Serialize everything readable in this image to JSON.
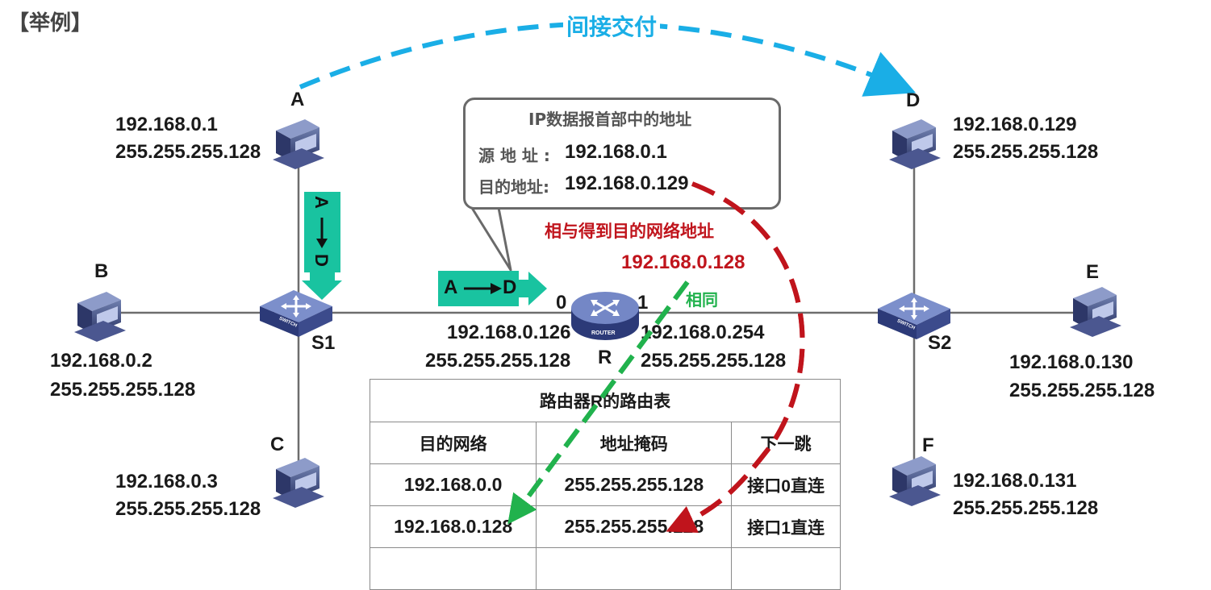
{
  "header": {
    "label": "【举例】"
  },
  "delivery_label": "间接交付",
  "colors": {
    "indirect_blue": "#1aaee6",
    "red": "#c0141c",
    "green": "#21b24d",
    "teal": "#19c3a0",
    "line_gray": "#6d6d6d"
  },
  "hosts": {
    "A": {
      "name": "A",
      "ip": "192.168.0.1",
      "mask": "255.255.255.128"
    },
    "B": {
      "name": "B",
      "ip": "192.168.0.2",
      "mask": "255.255.255.128"
    },
    "C": {
      "name": "C",
      "ip": "192.168.0.3",
      "mask": "255.255.255.128"
    },
    "D": {
      "name": "D",
      "ip": "192.168.0.129",
      "mask": "255.255.255.128"
    },
    "E": {
      "name": "E",
      "ip": "192.168.0.130",
      "mask": "255.255.255.128"
    },
    "F": {
      "name": "F",
      "ip": "192.168.0.131",
      "mask": "255.255.255.128"
    }
  },
  "switches": {
    "S1": {
      "name": "S1",
      "caption": "SWITCH"
    },
    "S2": {
      "name": "S2",
      "caption": "SWITCH"
    }
  },
  "router": {
    "name": "R",
    "caption": "ROUTER",
    "port0": {
      "label": "0",
      "ip": "192.168.0.126",
      "mask": "255.255.255.128"
    },
    "port1": {
      "label": "1",
      "ip": "192.168.0.254",
      "mask": "255.255.255.128"
    }
  },
  "packet_vertical": {
    "from": "A",
    "to": "D"
  },
  "packet_horizontal": {
    "from": "A",
    "to": "D"
  },
  "callout": {
    "title": "IP数据报首部中的地址",
    "src_label": "源 地 址 :",
    "src_value": "192.168.0.1",
    "dst_label": "目的地址:",
    "dst_value": "192.168.0.129"
  },
  "annotation": {
    "and_result_label": "相与得到目的网络地址",
    "and_result_value": "192.168.0.128",
    "same_label": "相同"
  },
  "routing_table": {
    "title": "路由器R的路由表",
    "headers": [
      "目的网络",
      "地址掩码",
      "下一跳"
    ],
    "rows": [
      [
        "192.168.0.0",
        "255.255.255.128",
        "接口0直连"
      ],
      [
        "192.168.0.128",
        "255.255.255.128",
        "接口1直连"
      ],
      [
        "",
        "",
        ""
      ]
    ]
  }
}
